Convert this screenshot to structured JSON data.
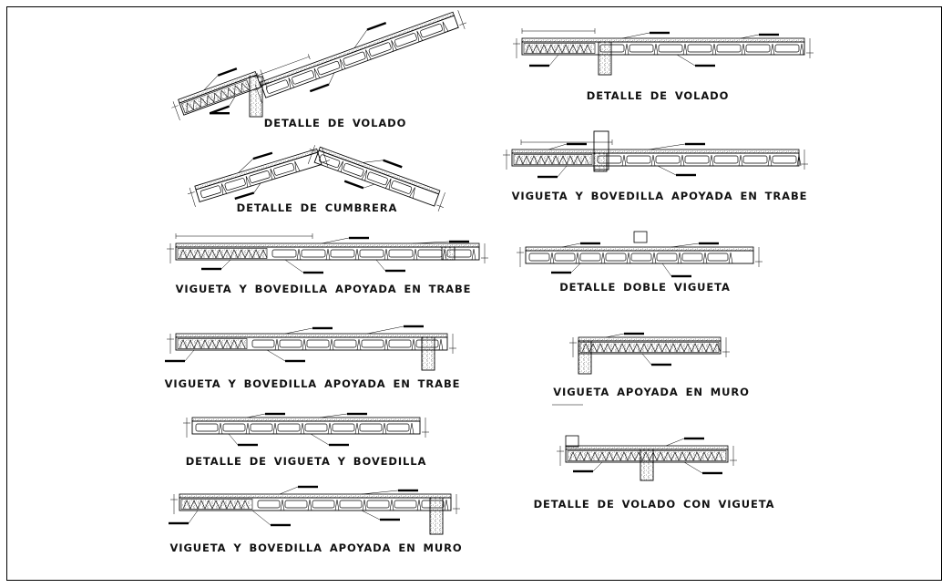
{
  "captions": {
    "volado_left": "DETALLE DE VOLADO",
    "cumbrera": "DETALLE DE CUMBRERA",
    "trabe_left_1": "VIGUETA Y BOVEDILLA  APOYADA  EN TRABE",
    "trabe_left_2": "VIGUETA  Y  BOVEDILLA  APOYADA   EN TRABE",
    "vigueta_bovedilla": "DETALLE  DE  VIGUETA  Y  BOVEDILLA",
    "muro_left": "VIGUETA  Y  BOVEDILLA APOYADA EN MURO",
    "volado_right": "DETALLE  DE  VOLADO",
    "trabe_right": "VIGUETA  Y  BOVEDILLA  APOYADA   EN TRABE",
    "doble_vigueta": "DETALLE DOBLE VIGUETA",
    "vigueta_muro": "VIGUETA  APOYADA EN MURO",
    "volado_vigueta": "DETALLE  DE  VOLADO CON VIGUETA"
  },
  "colors": {
    "line": "#000000",
    "background": "#ffffff"
  }
}
